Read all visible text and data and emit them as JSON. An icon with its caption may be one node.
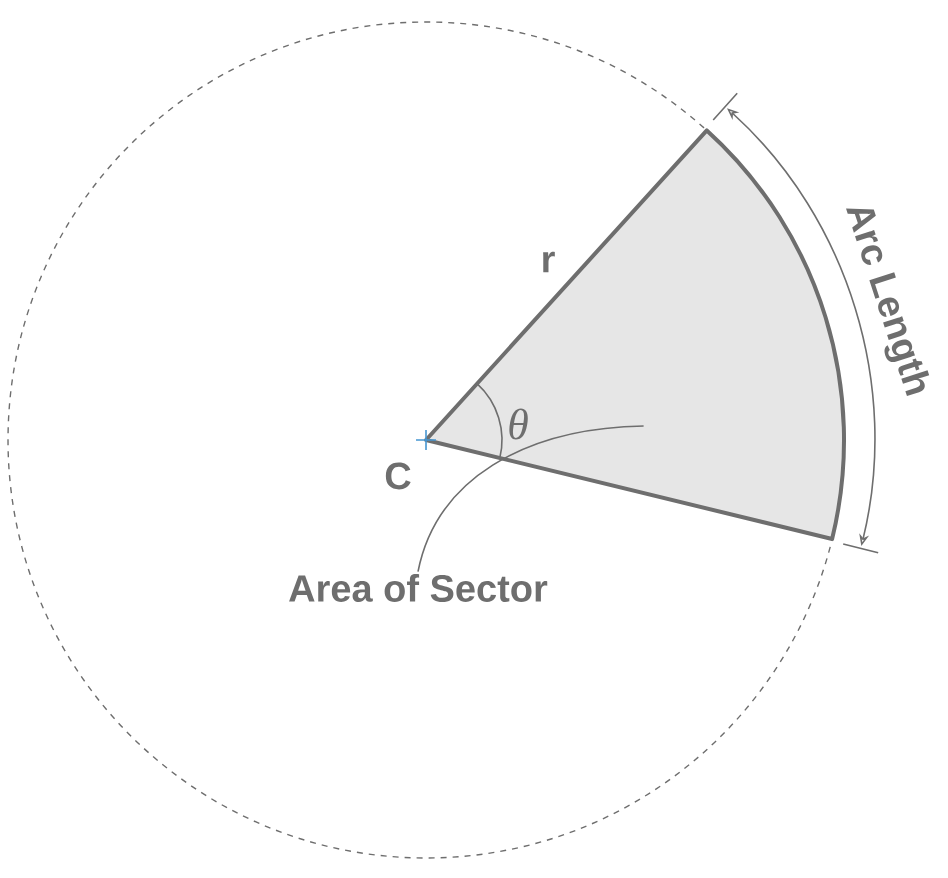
{
  "diagram": {
    "nodes": [
      {
        "text": [
          "Area of Sector"
        ]
      },
      {
        "text": [],
        "shape": "sector"
      }
    ],
    "edges": [
      {
        "from": 0,
        "to": 1,
        "arrow": "none"
      }
    ],
    "labels": [
      "r",
      "θ",
      "C",
      "Arc Length"
    ]
  }
}
